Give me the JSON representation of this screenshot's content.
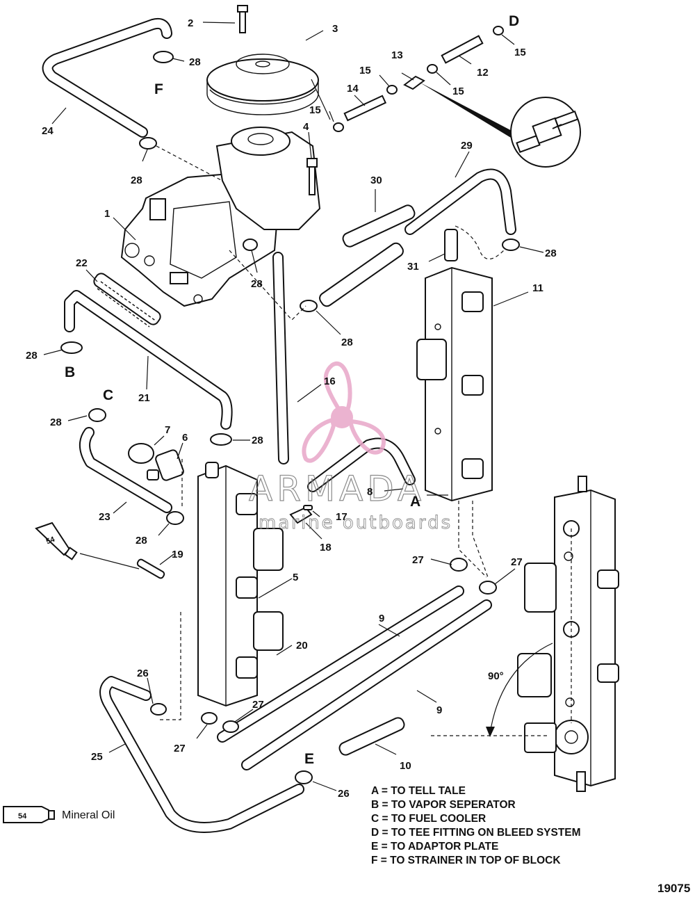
{
  "callouts": {
    "c1": "1",
    "c2": "2",
    "c3": "3",
    "c4": "4",
    "c5": "5",
    "c6": "6",
    "c7": "7",
    "c8": "8",
    "c9a": "9",
    "c9b": "9",
    "c10": "10",
    "c11": "11",
    "c12": "12",
    "c13": "13",
    "c14": "14",
    "c15a": "15",
    "c15b": "15",
    "c15c": "15",
    "c15d": "15",
    "c16": "16",
    "c17": "17",
    "c18": "18",
    "c19": "19",
    "c20": "20",
    "c21": "21",
    "c22": "22",
    "c23": "23",
    "c24": "24",
    "c25": "25",
    "c26a": "26",
    "c26b": "26",
    "c27a": "27",
    "c27b": "27",
    "c27c": "27",
    "c27d": "27",
    "c28a": "28",
    "c28b": "28",
    "c28c": "28",
    "c28d": "28",
    "c28e": "28",
    "c28f": "28",
    "c28g": "28",
    "c28h": "28",
    "c28i": "28",
    "c29": "29",
    "c30": "30",
    "c31": "31",
    "c90": "90°"
  },
  "letters": {
    "A": "A",
    "B": "B",
    "C": "C",
    "D": "D",
    "E": "E",
    "F": "F"
  },
  "tube_label": "54",
  "legend": {
    "mineral_oil": "Mineral Oil",
    "lines": [
      "A = TO TELL TALE",
      "B = TO VAPOR SEPERATOR",
      "C = TO FUEL COOLER",
      "D = TO TEE FITTING ON BLEED SYSTEM",
      "E = TO ADAPTOR PLATE",
      "F = TO STRAINER IN TOP OF BLOCK"
    ]
  },
  "figure_number": "19075",
  "watermark": {
    "brand": "ARMADA",
    "sub": "marine outboards",
    "logo_color": "#e8a6c8"
  }
}
